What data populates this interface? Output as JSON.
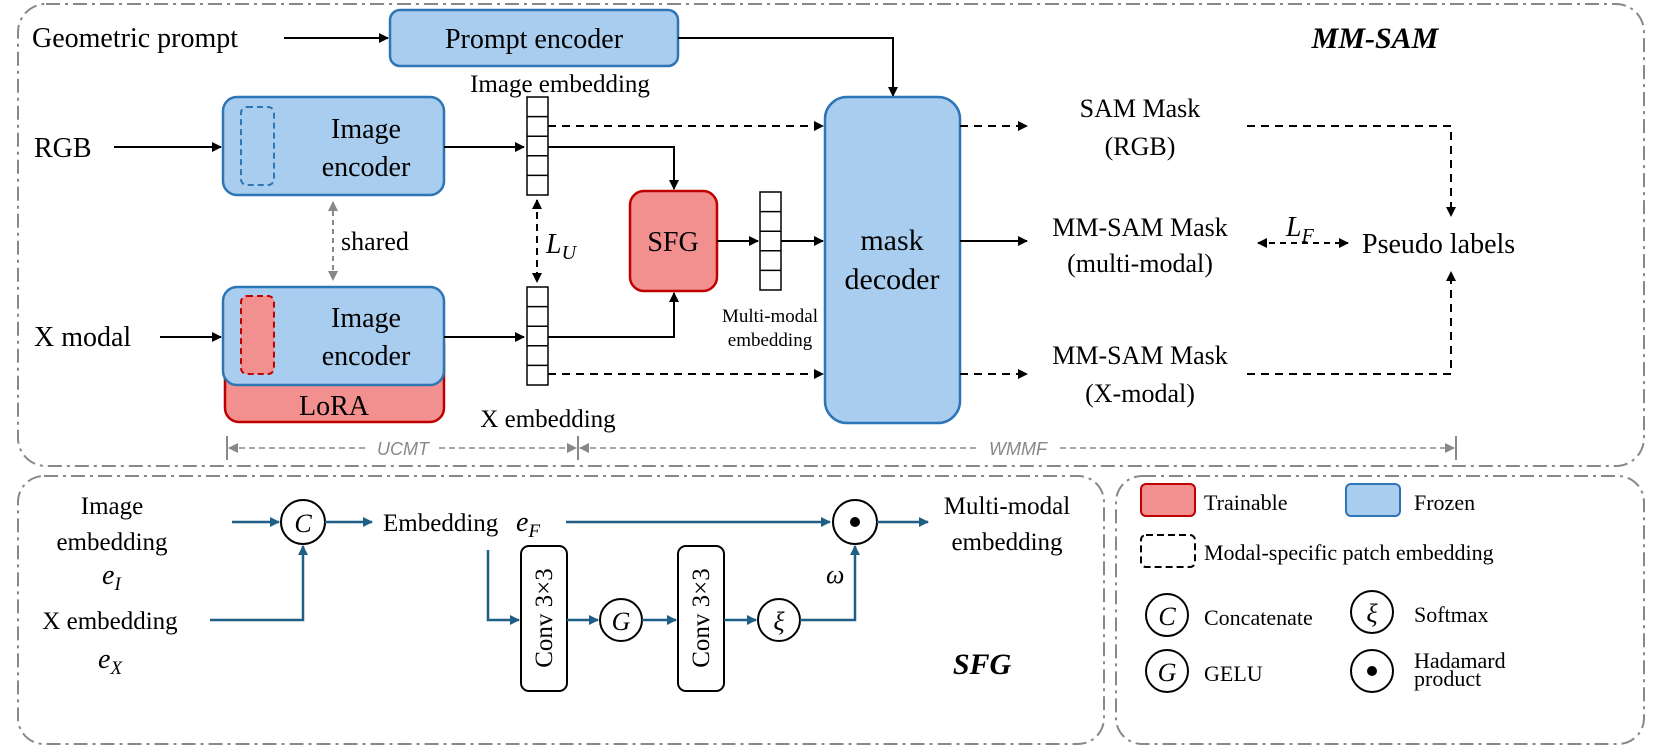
{
  "mmsam": {
    "title": "MM-SAM",
    "geometric_prompt": "Geometric prompt",
    "prompt_encoder": "Prompt encoder",
    "image_embedding": "Image embedding",
    "rgb": "RGB",
    "x_modal": "X modal",
    "image_encoder_line1": "Image",
    "image_encoder_line2": "encoder",
    "shared": "shared",
    "lora": "LoRA",
    "x_embedding": "X embedding",
    "lu_main": "L",
    "lu_sub": "U",
    "sfg": "SFG",
    "mm_embedding_line1": "Multi-modal",
    "mm_embedding_line2": "embedding",
    "mask_decoder_line1": "mask",
    "mask_decoder_line2": "decoder",
    "sam_mask_line1": "SAM Mask",
    "sam_mask_line2": "(RGB)",
    "mmsam_mask_line1": "MM-SAM Mask",
    "mmsam_mask_line2": "(multi-modal)",
    "xmask_line1": "MM-SAM  Mask",
    "xmask_line2": "(X-modal)",
    "lf_main": "L",
    "lf_sub": "F",
    "pseudo_labels": "Pseudo labels",
    "ucmt": "UCMT",
    "wmmf": "WMMF"
  },
  "sfg_panel": {
    "title": "SFG",
    "image_embedding_line1": "Image",
    "image_embedding_line2": "embedding",
    "e_i_main": "e",
    "e_i_sub": "I",
    "x_embedding": "X embedding",
    "e_x_main": "e",
    "e_x_sub": "X",
    "concat_symbol": "C",
    "embedding_label": "Embedding",
    "e_f_main": "e",
    "e_f_sub": "F",
    "conv": "Conv 3×3",
    "gelu_symbol": "G",
    "softmax_symbol": "ξ",
    "omega": "ω",
    "output_line1": "Multi-modal",
    "output_line2": "embedding"
  },
  "legend": {
    "trainable": "Trainable",
    "frozen": "Frozen",
    "modal_specific": "Modal-specific patch embedding",
    "concat_symbol": "C",
    "concatenate": "Concatenate",
    "softmax_symbol": "ξ",
    "softmax": "Softmax",
    "gelu_symbol": "G",
    "gelu": "GELU",
    "hadamard_line1": "Hadamard",
    "hadamard_line2": "product"
  },
  "colors": {
    "frozen_fill": "#a9cdee",
    "frozen_stroke": "#2e75b6",
    "trainable_fill": "#f28f8f",
    "trainable_stroke": "#c00000",
    "sfg_arrow": "#1f5f86",
    "border_gray": "#888888"
  }
}
